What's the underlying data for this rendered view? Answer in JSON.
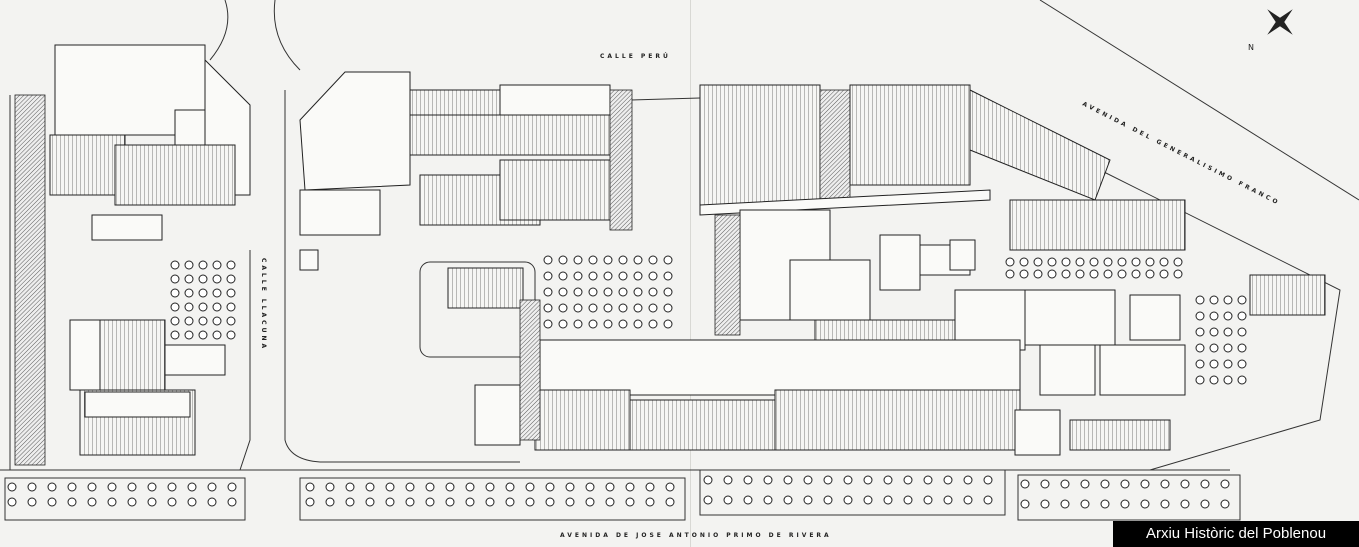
{
  "streets": {
    "top": "CALLE PERÚ",
    "left": "CALLE LLACUNA",
    "diagonal": "AVENIDA DEL GENERALISIMO FRANCO",
    "bottom": "AVENIDA DE JOSE ANTONIO PRIMO DE RIVERA"
  },
  "compass": {
    "north_label": "N"
  },
  "watermark": "Arxiu Històric del Poblenou"
}
